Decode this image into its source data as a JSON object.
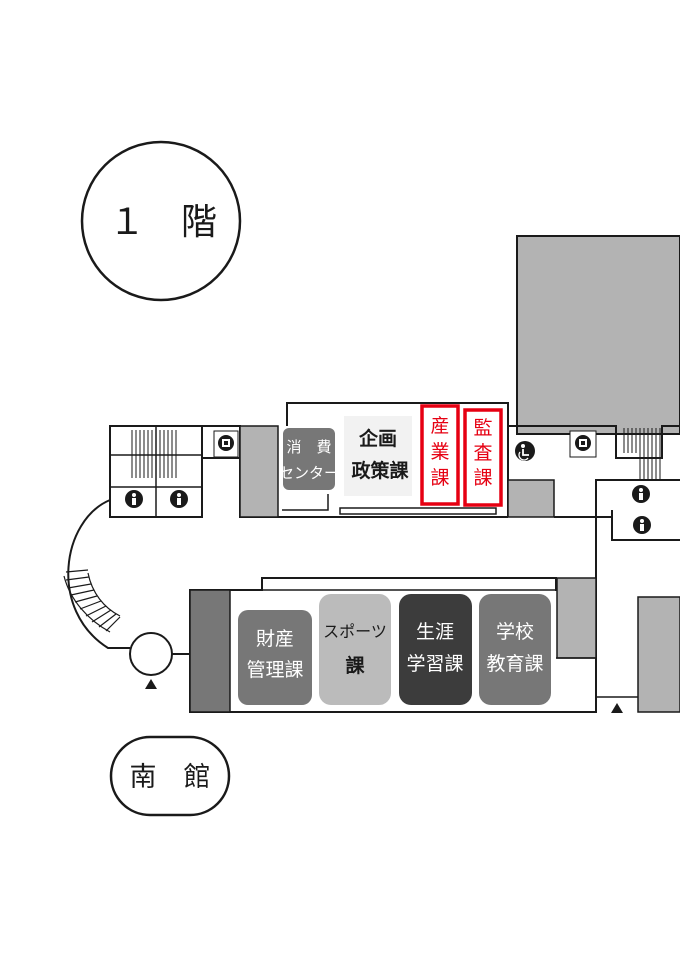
{
  "floor_label": "１　階",
  "building_label": "南　館",
  "rooms": {
    "consumer_center_line1": "消　費",
    "consumer_center_line2": "センター",
    "planning_policy_line1": "企画",
    "planning_policy_line2": "政策課",
    "industry_line1": "産",
    "industry_line2": "業",
    "industry_line3": "課",
    "audit_line1": "監",
    "audit_line2": "査",
    "audit_line3": "課",
    "finance_line1": "財産",
    "finance_line2": "管理課",
    "sports_line1": "スポーツ",
    "sports_line2": "課",
    "lifelong_line1": "生涯",
    "lifelong_line2": "学習課",
    "school_line1": "学校",
    "school_line2": "教育課"
  },
  "icons": [
    "elevator-icon",
    "restroom-icon",
    "accessible-restroom-icon",
    "stairs-icon",
    "entrance-icon"
  ],
  "colors": {
    "wall": "#1a1a1a",
    "solid_gray": "#b3b3b3",
    "dark_room": "#3c3c3c",
    "mid_room": "#777777",
    "light_room": "#bbbbbb",
    "highlight": "#e60012"
  }
}
